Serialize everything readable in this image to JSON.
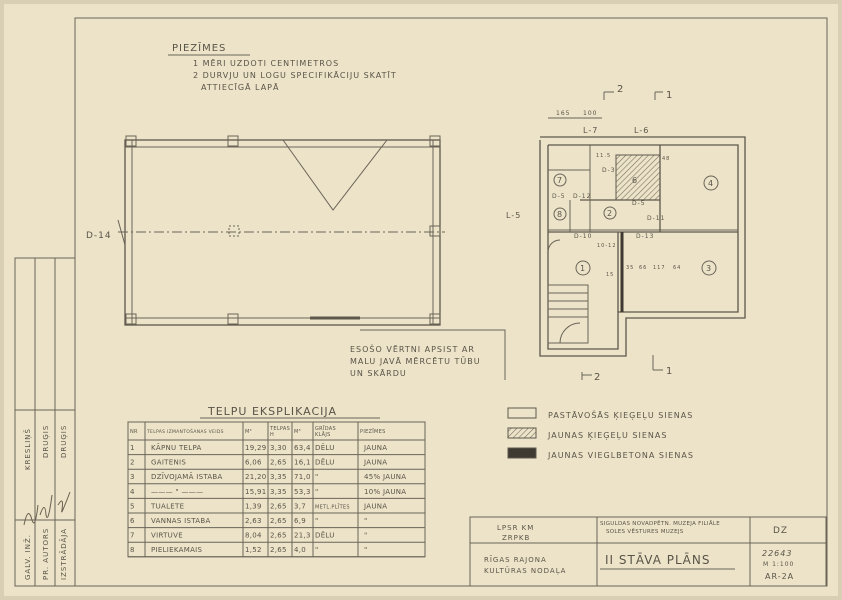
{
  "notes": {
    "title": "PIEZĪMES",
    "items": [
      "1 MĒRI UZDOTI CENTIMETROS",
      "2 DURVJU UN LOGU SPECIFIKĀCIJU SKATĪT",
      "ATTIECĪGĀ LAPĀ"
    ]
  },
  "plan_labels": {
    "d14": "D-14",
    "roof_note": [
      "ESOŠO VĒRTNI APSIST AR",
      "MALU JAVĀ MĒRCĒTU TŪBU",
      "UN SKĀRDU"
    ],
    "sections": [
      "2",
      "1",
      "2",
      "1"
    ],
    "windows": [
      "L-7",
      "L-6",
      "L-5"
    ],
    "doors": [
      "D-3",
      "D-5",
      "D-5",
      "D-12",
      "D-10",
      "D-13",
      "D-11"
    ],
    "dims": [
      "165",
      "100",
      "11.5",
      "48",
      "35",
      "66",
      "117",
      "64",
      "15",
      "10-12"
    ],
    "rooms": [
      "1",
      "2",
      "3",
      "4",
      "6",
      "7",
      "8"
    ]
  },
  "explication": {
    "title": "TELPU EKSPLIKACIJA",
    "headers": [
      "NR",
      "TELPAS IZMANTOŠANAS VEIDS",
      "M²",
      "TELPAS H",
      "M³",
      "GRĪDAS KLĀJS",
      "PIEZĪMES"
    ],
    "rows": [
      [
        "1",
        "KĀPNU TELPA",
        "19,29",
        "3,30",
        "63,4",
        "DĒLU",
        "JAUNA"
      ],
      [
        "2",
        "GAITENIS",
        "6,06",
        "2,65",
        "16,1",
        "DĒLU",
        "JAUNA"
      ],
      [
        "3",
        "DZĪVOJAMĀ ISTABA",
        "21,20",
        "3,35",
        "71,0",
        "\"",
        "45% JAUNA"
      ],
      [
        "4",
        "——— \" ———",
        "15,91",
        "3,35",
        "53,3",
        "\"",
        "10% JAUNA"
      ],
      [
        "5",
        "TUALETE",
        "1,39",
        "2,65",
        "3,7",
        "METL.PLĪTES",
        "JAUNA"
      ],
      [
        "6",
        "VANNAS ISTABA",
        "2,63",
        "2,65",
        "6,9",
        "\"",
        "\""
      ],
      [
        "7",
        "VIRTUVE",
        "8,04",
        "2,65",
        "21,3",
        "DĒLU",
        "\""
      ],
      [
        "8",
        "PIELIEKAMAIS",
        "1,52",
        "2,65",
        "4,0",
        "\"",
        "\""
      ]
    ]
  },
  "legend": [
    "PASTĀVOŠĀS ĶIEĢEĻU SIENAS",
    "JAUNAS ĶIEĢEĻU SIENAS",
    "JAUNAS VIEGLBETONA SIENAS"
  ],
  "title_block": {
    "org1": [
      "LPSR KM",
      "ZRPKB"
    ],
    "org2": [
      "RĪGAS RAJONA",
      "KULTŪRAS NODAĻA"
    ],
    "project": [
      "SIGULDAS NOVADPĒTN. MUZEJA FILIĀLE",
      "SOLES VĒSTURES MUZEJS"
    ],
    "sheet_title": "II STĀVA PLĀNS",
    "stage": "DZ",
    "number": "22643",
    "scale": "M 1:100",
    "sheet": "AR-2A"
  },
  "stamp": {
    "roles": [
      "GALV. INŽ.",
      "PR. AUTORS",
      "IZSTRĀDĀJA"
    ],
    "names": [
      "KRESLIŅŠ",
      "DRUĢIS",
      "DRUĢIS"
    ]
  }
}
